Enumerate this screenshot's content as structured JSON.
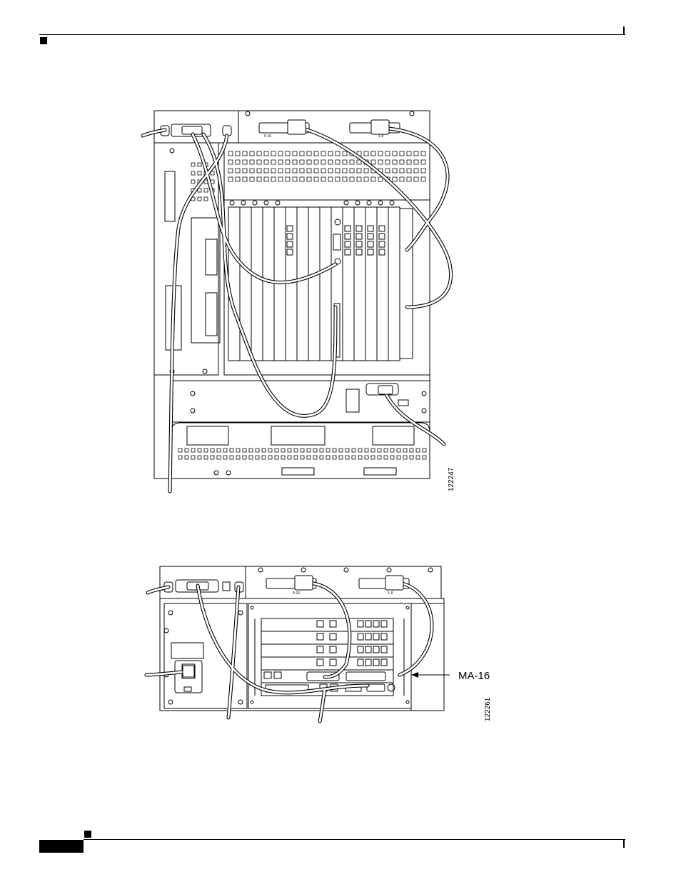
{
  "figure1": {
    "number": "122247",
    "port_labels": [
      "9-16",
      "1-8"
    ]
  },
  "figure2": {
    "number": "122261",
    "callout": "MA-16",
    "port_labels": [
      "9-16",
      "1-8"
    ]
  }
}
